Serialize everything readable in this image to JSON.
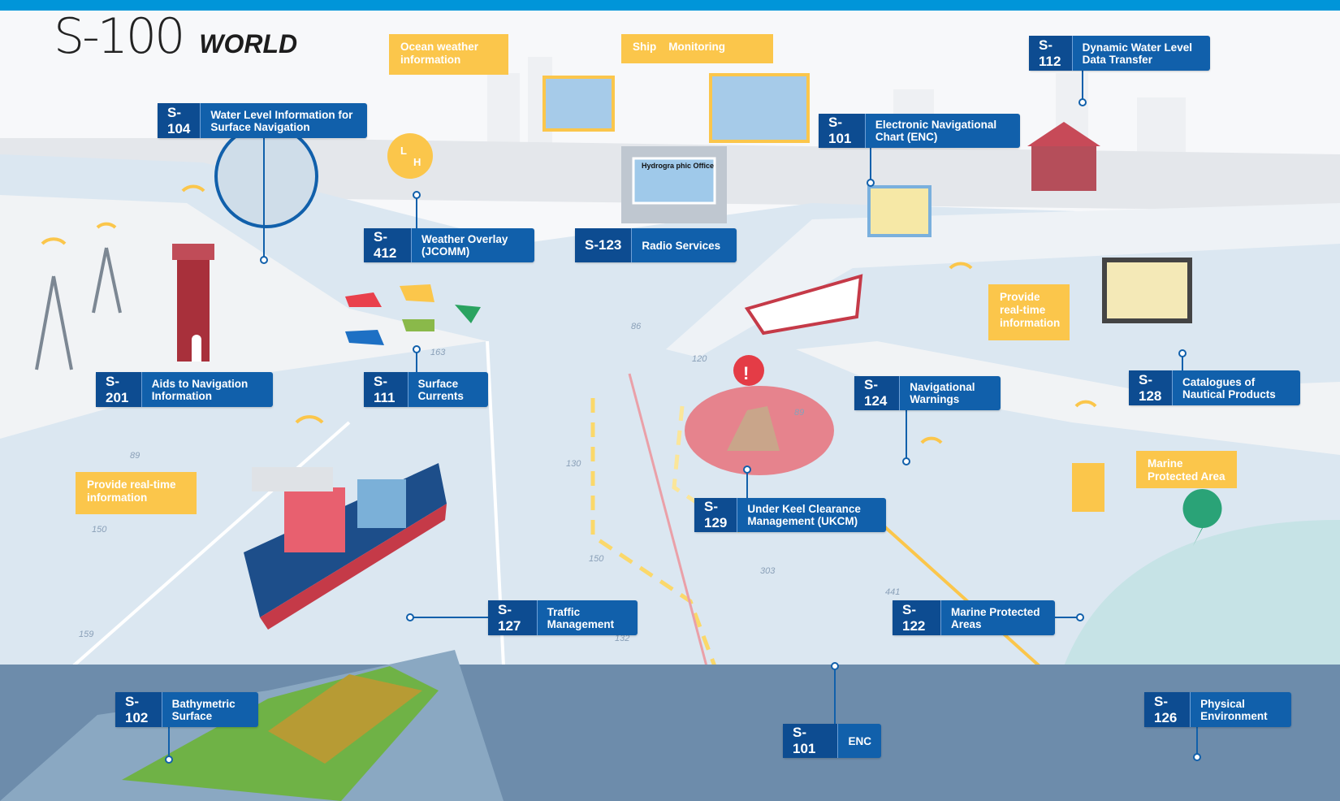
{
  "header": {
    "title_main": "S-100",
    "title_sub": "WORLD"
  },
  "labels": [
    {
      "code": "S-104",
      "text": "Water Level Information for Surface Navigation"
    },
    {
      "code": "S-412",
      "text": "Weather Overlay (JCOMM)"
    },
    {
      "code": "S-123",
      "text": "Radio Services"
    },
    {
      "code": "S-101",
      "text": "Electronic Navigational Chart (ENC)"
    },
    {
      "code": "S-112",
      "text": "Dynamic Water Level Data Transfer"
    },
    {
      "code": "S-201",
      "text": "Aids to Navigation Information"
    },
    {
      "code": "S-111",
      "text": "Surface Currents"
    },
    {
      "code": "S-124",
      "text": "Navigational Warnings"
    },
    {
      "code": "S-128",
      "text": "Catalogues of Nautical Products"
    },
    {
      "code": "S-129",
      "text": "Under Keel Clearance Management (UKCM)"
    },
    {
      "code": "S-127",
      "text": "Traffic Management"
    },
    {
      "code": "S-122",
      "text": "Marine Protected Areas"
    },
    {
      "code": "S-102",
      "text": "Bathymetric Surface"
    },
    {
      "code": "S-101",
      "text": "ENC"
    },
    {
      "code": "S-126",
      "text": "Physical Environment"
    }
  ],
  "callouts": {
    "ocean_weather": "Ocean weather information",
    "ship_monitoring": "Ship    Monitoring",
    "realtime_right": "Provide real-time information",
    "realtime_left": "Provide real-time information",
    "marine_protected": "Marine Protected Area"
  },
  "illustration_text": {
    "hydrographic_office": "Hydrogra  phic Office",
    "weather_low": "L",
    "weather_high": "H",
    "warning": "!"
  },
  "depths": [
    "86",
    "120",
    "163",
    "89",
    "89",
    "130",
    "150",
    "150",
    "303",
    "441",
    "159",
    "132"
  ],
  "colors": {
    "brand_bar": "#0095d9",
    "label_bg": "#1160ab",
    "label_code_bg": "#0d4c91",
    "callout": "#fbc64b",
    "water": "#dbe7f1",
    "underwater": "#6d8cab"
  }
}
